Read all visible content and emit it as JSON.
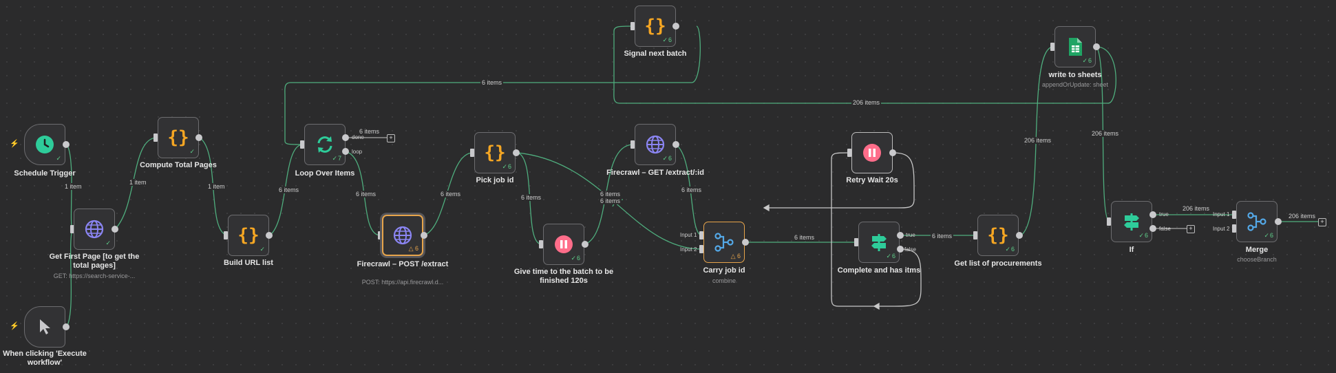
{
  "nodes": {
    "schedule_trigger": {
      "label": "Schedule Trigger"
    },
    "manual_trigger": {
      "label": "When clicking 'Execute workflow'"
    },
    "get_first_page": {
      "label": "Get First Page [to get the total pages]",
      "sub": "GET: https://search-service-..."
    },
    "compute_total_pages": {
      "label": "Compute Total Pages"
    },
    "build_url_list": {
      "label": "Build URL list"
    },
    "loop_over_items": {
      "label": "Loop Over Items",
      "count": "7",
      "done_label": "done",
      "loop_label": "loop",
      "done_items": "6 items"
    },
    "firecrawl_post": {
      "label": "Firecrawl – POST /extract",
      "sub": "POST: https://api.firecrawl.d...",
      "count": "6"
    },
    "pick_job_id": {
      "label": "Pick job id",
      "count": "6"
    },
    "give_time": {
      "label": "Give time to the batch to be finished 120s",
      "count": "6"
    },
    "signal_next_batch": {
      "label": "Signal next batch",
      "count": "6"
    },
    "firecrawl_get": {
      "label": "Firecrawl – GET /extract/:id",
      "count": "6"
    },
    "carry_job_id": {
      "label": "Carry job id",
      "sub": "combine",
      "count": "6",
      "input1": "Input 1",
      "input2": "Input 2"
    },
    "retry_wait": {
      "label": "Retry Wait 20s"
    },
    "complete_has_items": {
      "label": "Complete and has itms",
      "count": "6",
      "true_label": "true",
      "false_label": "false"
    },
    "get_list_procurements": {
      "label": "Get list of procurements",
      "count": "6"
    },
    "write_to_sheets": {
      "label": "write to sheets",
      "sub": "appendOrUpdate: sheet",
      "count": "6"
    },
    "if_node": {
      "label": "If",
      "count": "6",
      "true_label": "true",
      "false_label": "false"
    },
    "merge": {
      "label": "Merge",
      "sub": "chooseBranch",
      "count": "6",
      "input1": "Input 1",
      "input2": "Input 2"
    }
  },
  "edge_labels": {
    "sched_to_get": "1 item",
    "get_to_compute": "1 item",
    "compute_to_build": "1 item",
    "build_to_loop": "6 items",
    "loop_to_post": "6 items",
    "post_to_pick": "6 items",
    "pick_to_give": "6 items",
    "signal_to_loop": "6 items",
    "give_to_get_a": "6 items",
    "give_to_get_b": "6 items",
    "get_to_carry": "6 items",
    "carry_to_complete": "6 items",
    "complete_to_list": "6 items",
    "list_to_sheets": "206 items",
    "sheets_to_if": "206 items",
    "sheets_back": "206 items",
    "if_to_merge": "206 items",
    "merge_out": "206 items"
  },
  "colors": {
    "edge": "#4fae7e",
    "edge_gray": "#c8c8c8",
    "accent_orange": "#f5a623",
    "accent_purple": "#8b85f3",
    "accent_teal": "#2ecc9a",
    "accent_pink": "#ff6d8a",
    "success": "#5fd08b"
  }
}
